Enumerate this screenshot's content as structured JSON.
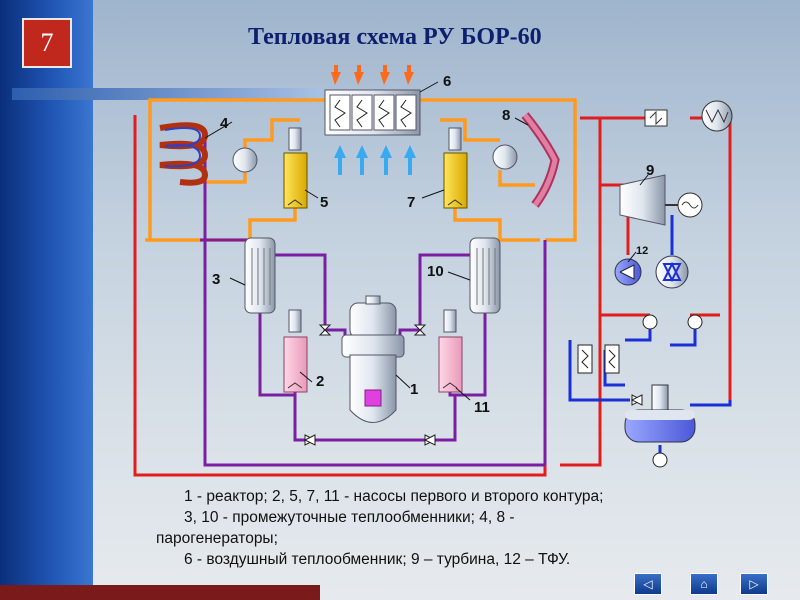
{
  "slide": {
    "number": "7",
    "title": "Тепловая схема РУ БОР-60"
  },
  "diagram": {
    "labels": {
      "l1": "1",
      "l2": "2",
      "l3": "3",
      "l4": "4",
      "l5": "5",
      "l6": "6",
      "l7": "7",
      "l8": "8",
      "l9": "9",
      "l10": "10",
      "l11": "11",
      "l12": "12"
    },
    "colors": {
      "primary_loop": "#7a1fa2",
      "secondary_loop": "#ff9a1e",
      "steam": "#e21d1d",
      "water": "#1a2fd6"
    }
  },
  "legend": {
    "line1": "1 - реактор;   2, 5, 7, 11 - насосы первого и второго контура;",
    "line2": "3, 10 - промежуточные теплообменники;  4, 8 - ",
    "line3": "парогенераторы;",
    "line4": "6 - воздушный теплообменник;  9 – турбина, 12 – ТФУ."
  },
  "nav": {
    "prev": "◁",
    "home": "⌂",
    "next": "▷"
  }
}
